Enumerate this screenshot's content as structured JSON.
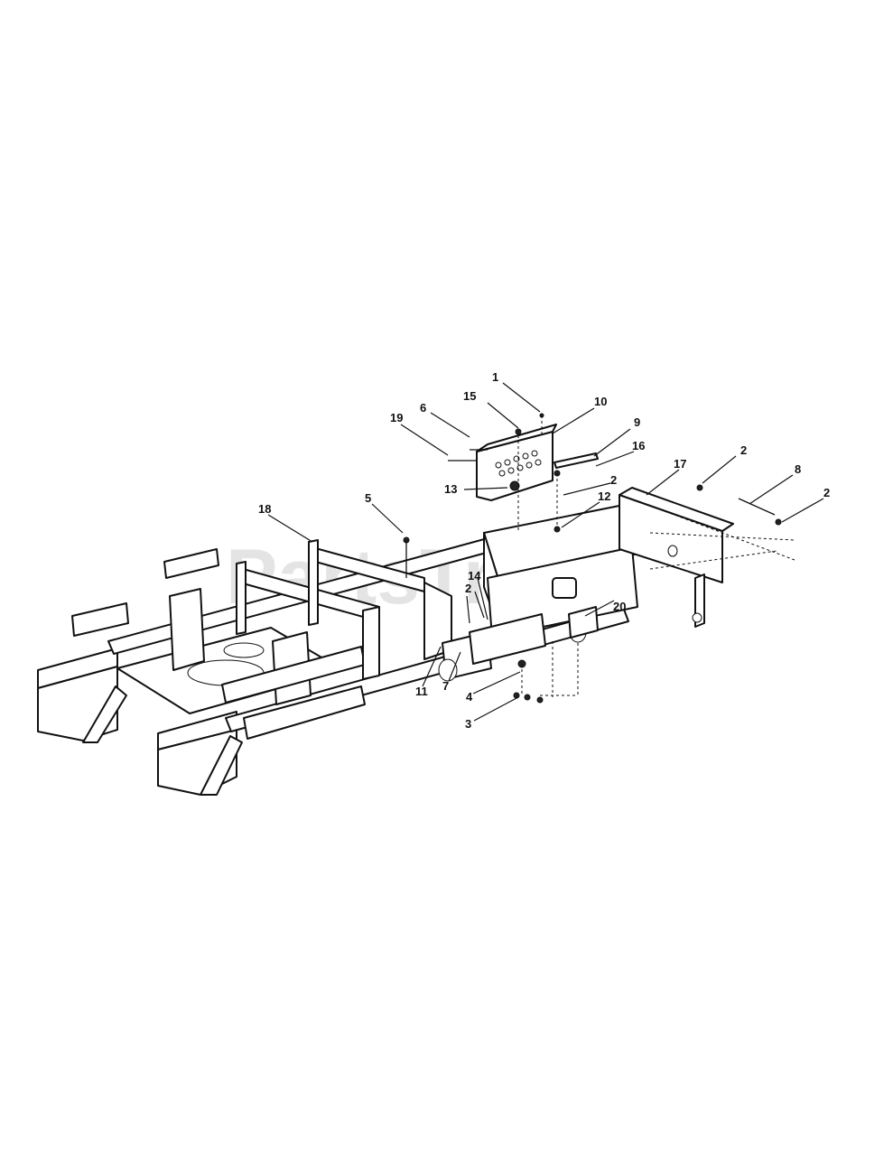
{
  "watermark": "PartsTree",
  "callouts": [
    {
      "id": "c1",
      "text": "1"
    },
    {
      "id": "c15",
      "text": "15"
    },
    {
      "id": "c10",
      "text": "10"
    },
    {
      "id": "c6",
      "text": "6"
    },
    {
      "id": "c19",
      "text": "19"
    },
    {
      "id": "c9",
      "text": "9"
    },
    {
      "id": "c16",
      "text": "16"
    },
    {
      "id": "c17",
      "text": "17"
    },
    {
      "id": "c2a",
      "text": "2"
    },
    {
      "id": "c2b",
      "text": "2"
    },
    {
      "id": "c8",
      "text": "8"
    },
    {
      "id": "c2c",
      "text": "2"
    },
    {
      "id": "c13",
      "text": "13"
    },
    {
      "id": "c12",
      "text": "12"
    },
    {
      "id": "c18",
      "text": "18"
    },
    {
      "id": "c5",
      "text": "5"
    },
    {
      "id": "c14",
      "text": "14"
    },
    {
      "id": "c2d",
      "text": "2"
    },
    {
      "id": "c20",
      "text": "20"
    },
    {
      "id": "c4",
      "text": "4"
    },
    {
      "id": "c11",
      "text": "11"
    },
    {
      "id": "c7",
      "text": "7"
    },
    {
      "id": "c3",
      "text": "3"
    }
  ]
}
